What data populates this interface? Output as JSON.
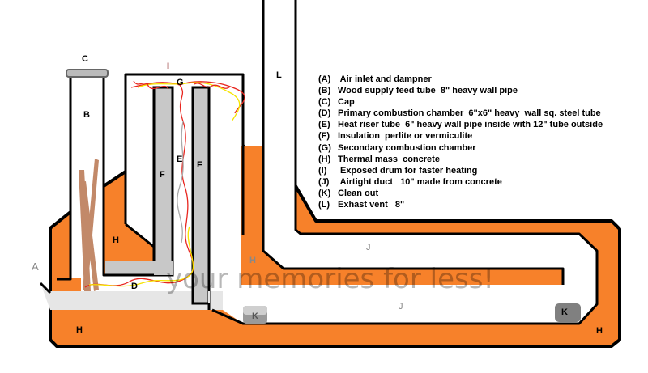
{
  "diagram": {
    "labels": {
      "A": "A",
      "B": "B",
      "C": "C",
      "D": "D",
      "E": "E",
      "F": "F",
      "G": "G",
      "H": "H",
      "I": "I",
      "J": "J",
      "K": "K",
      "L": "L"
    },
    "legend": [
      {
        "code": "(A)",
        "text": " Air inlet and dampner"
      },
      {
        "code": "(B)",
        "text": "Wood supply feed tube  8\" heavy wall pipe"
      },
      {
        "code": "(C)",
        "text": "Cap"
      },
      {
        "code": "(D)",
        "text": "Primary combustion chamber  6\"x6\" heavy  wall sq. steel tube"
      },
      {
        "code": "(E)",
        "text": "Heat riser tube  6\" heavy wall pipe inside with 12\" tube outside"
      },
      {
        "code": "(F)",
        "text": "Insulation  perlite or vermiculite"
      },
      {
        "code": "(G)",
        "text": "Secondary combustion chamber"
      },
      {
        "code": "(H)",
        "text": "Thermal mass  concrete"
      },
      {
        "code": "(I)",
        "text": " Exposed drum for faster heating"
      },
      {
        "code": "(J)",
        "text": " Airtight duct   10\" made from concrete"
      },
      {
        "code": "(K)",
        "text": "Clean out"
      },
      {
        "code": "(L)",
        "text": "Exhast vent   8\""
      }
    ],
    "watermark": "your memories for less!",
    "colors": {
      "thermal_mass": "#f7812a",
      "insulation": "#c8c8c8",
      "duct": "#e6e6e6",
      "cleanout": "#8a8a8a",
      "wood": "#b87550",
      "fire_red": "#e8261f",
      "fire_yellow": "#f5e400"
    }
  }
}
